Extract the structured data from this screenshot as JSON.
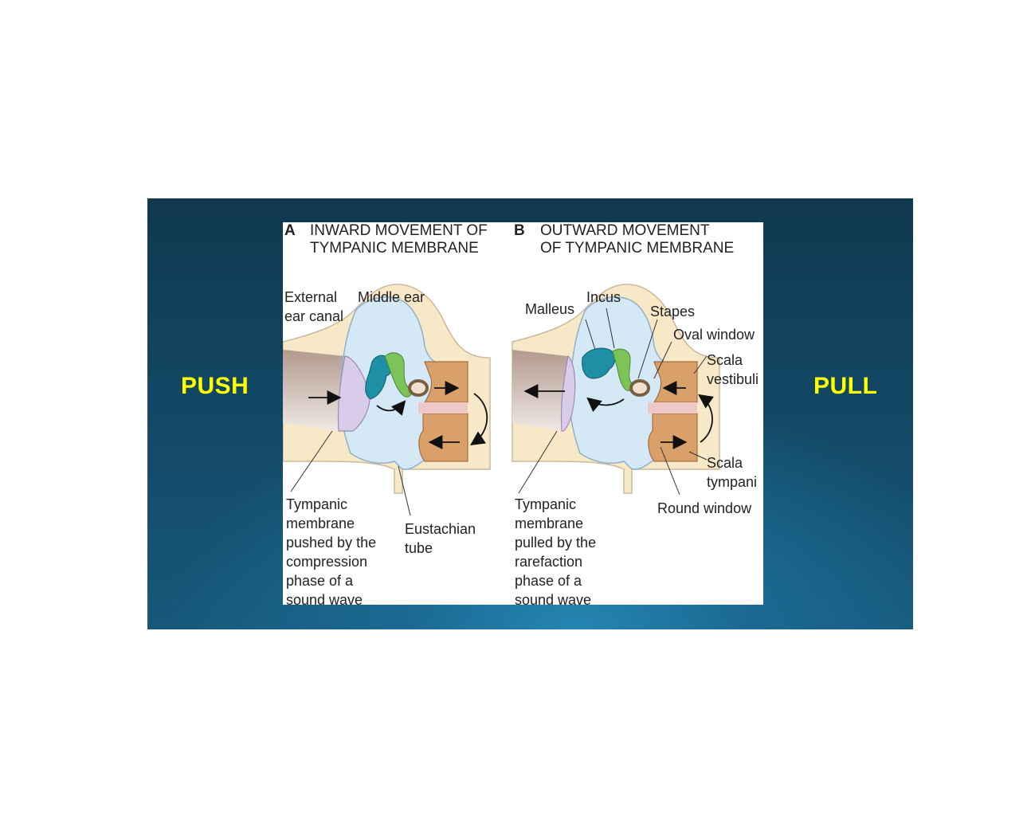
{
  "side_labels": {
    "left": "PUSH",
    "right": "PULL"
  },
  "panel_a": {
    "letter": "A",
    "title_line1": "INWARD MOVEMENT OF",
    "title_line2": "TYMPANIC MEMBRANE",
    "labels": {
      "external_1": "External",
      "external_2": "ear canal",
      "middle_ear": "Middle ear",
      "tymp_1": "Tympanic",
      "tymp_2": "membrane",
      "tymp_3": "pushed by the",
      "tymp_4": "compression",
      "tymp_5": "phase of a",
      "tymp_6": "sound wave",
      "eust_1": "Eustachian",
      "eust_2": "tube"
    }
  },
  "panel_b": {
    "letter": "B",
    "title_line1": "OUTWARD MOVEMENT",
    "title_line2": "OF TYMPANIC MEMBRANE",
    "labels": {
      "malleus": "Malleus",
      "incus": "Incus",
      "stapes": "Stapes",
      "oval_window": "Oval window",
      "scala_v_1": "Scala",
      "scala_v_2": "vestibuli",
      "scala_t_1": "Scala",
      "scala_t_2": "tympani",
      "round_window": "Round window",
      "tymp_1": "Tympanic",
      "tymp_2": "membrane",
      "tymp_3": "pulled by the",
      "tymp_4": "rarefaction",
      "tymp_5": "phase of a",
      "tymp_6": "sound wave"
    }
  },
  "colors": {
    "background_dark": "#10384f",
    "label_yellow": "#ffff00",
    "middle_ear_blue": "#d4e8f5",
    "bone_beige": "#f7e8c8",
    "canal_brown": "#b39b8f",
    "cochlea_orange": "#d9a06a",
    "malleus_teal": "#1f8fa5",
    "incus_green": "#7cc35a",
    "membrane_lavender": "#d9cce8"
  }
}
